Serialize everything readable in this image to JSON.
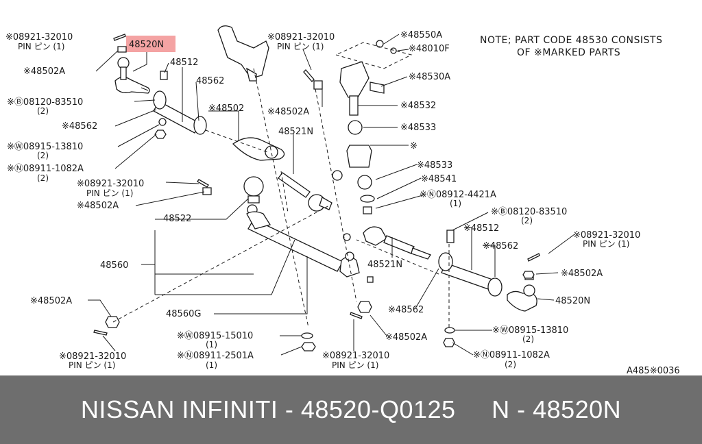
{
  "note": {
    "line1": "NOTE; PART CODE 48530 CONSISTS",
    "line2": "OF ※MARKED PARTS"
  },
  "highlight_color": "#f4a3a3",
  "callouts": {
    "c01": "※08921-32010",
    "c01s": "PIN ピン (1)",
    "c02": "48520N",
    "c03": "※48502A",
    "c04": "48512",
    "c05": "48562",
    "c06": "※Ⓑ08120-83510",
    "c06s": "(2)",
    "c07": "※48562",
    "c08": "※Ⓦ08915-13810",
    "c08s": "(2)",
    "c09": "※Ⓝ08911-1082A",
    "c09s": "(2)",
    "c10": "※08921-32010",
    "c10s": "PIN ピン (1)",
    "c11": "※48502",
    "c12": "※48502A",
    "c13": "48521N",
    "c14": "※08921-32010",
    "c14s": "PIN ピン (1)",
    "c15": "※48502A",
    "c16": "48522",
    "c17": "48560",
    "c18": "※48550A",
    "c19": "※48010F",
    "c20": "※48530A",
    "c21": "※48532",
    "c22": "※48533",
    "c23": "※",
    "c24": "※48533",
    "c25": "※48541",
    "c26": "※Ⓝ08912-4421A",
    "c26s": "(1)",
    "c27": "※Ⓑ08120-83510",
    "c27s": "(2)",
    "c28": "※48512",
    "c29": "※08921-32010",
    "c29s": "PIN ピン (1)",
    "c30": "※48562",
    "c31": "48521N",
    "c32": "※48502A",
    "c33": "※48562",
    "c34": "48520N",
    "c35": "※48502A",
    "c36": "48560G",
    "c37": "※Ⓦ08915-13810",
    "c37s": "(2)",
    "c38": "※Ⓦ08915-15010",
    "c38s": "(1)",
    "c39": "※48502A",
    "c40": "※08921-32010",
    "c40s": "PIN ピン (1)",
    "c41": "※Ⓝ08911-2501A",
    "c41s": "(1)",
    "c42": "※08921-32010",
    "c42s": "PIN ピン (1)",
    "c43": "※Ⓝ08911-1082A",
    "c43s": "(2)"
  },
  "ref_code": "A485※0036",
  "footer": {
    "brand": "NISSAN INFINITI",
    "sep1": " - ",
    "oem": "48520-Q0125",
    "gap": "     ",
    "maker": "N",
    "sep2": " - ",
    "part": "48520N"
  }
}
